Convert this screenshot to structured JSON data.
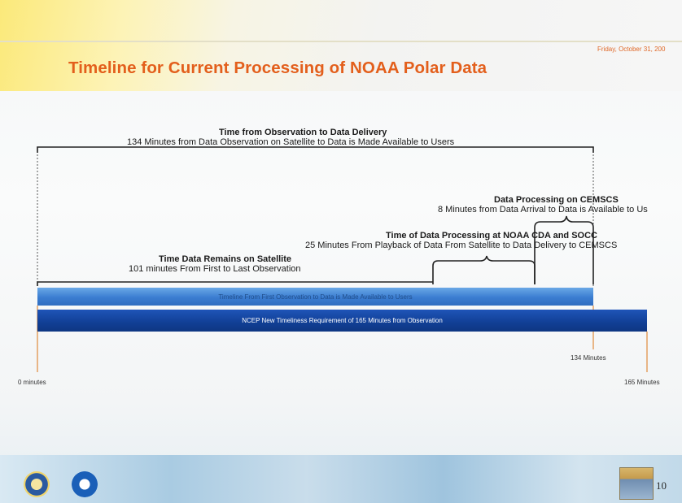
{
  "slide": {
    "date": "Friday, October 31, 200",
    "title": "Timeline for Current Processing of NOAA Polar Data",
    "page_number": "10"
  },
  "headers": {
    "observation_to_delivery": {
      "title": "Time from Observation to Data Delivery",
      "subtitle": "134 Minutes from Data Observation on Satellite to Data is Made Available to Users"
    },
    "cemscs": {
      "title": "Data Processing on CEMSCS",
      "subtitle": "8 Minutes from Data Arrival to Data is Available to Us"
    },
    "cda_socc": {
      "title": "Time of Data Processing at NOAA CDA and SOCC",
      "subtitle": "25 Minutes From Playback of Data From Satellite to Data Delivery to CEMSCS"
    },
    "on_satellite": {
      "title": "Time Data Remains on Satellite",
      "subtitle": "101 minutes From First to Last Observation"
    }
  },
  "bars": {
    "current": "Timeline From First Observation to Data is Made Available to Users",
    "requirement": "NCEP New Timeliness Requirement of 165 Minutes from Observation"
  },
  "axis": {
    "start": "0 minutes",
    "mid": "134 Minutes",
    "end": "165 Minutes"
  },
  "colors": {
    "title": "#e35f1c",
    "bar_current": "#3b7dd1",
    "bar_requirement": "#113f95",
    "tick": "#e08a3a"
  }
}
